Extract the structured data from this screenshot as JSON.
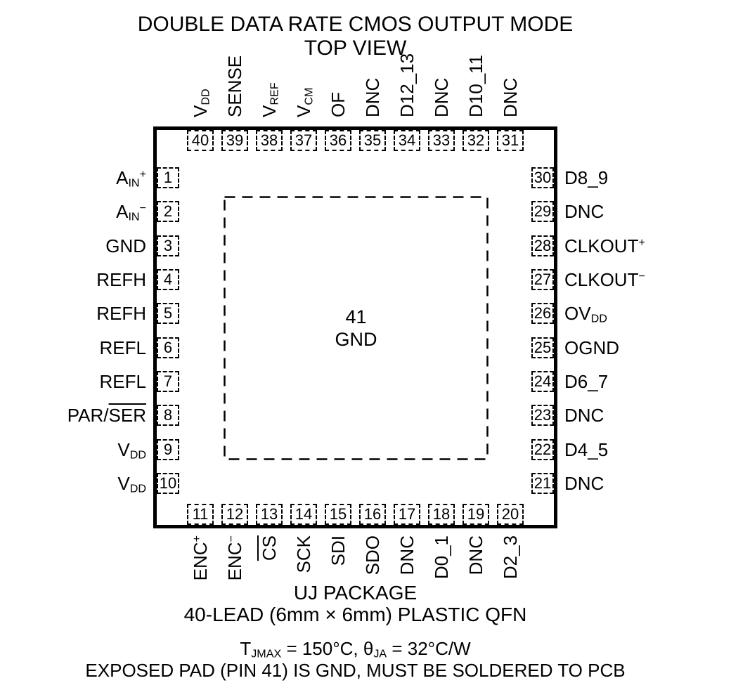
{
  "title": "DOUBLE DATA RATE CMOS OUTPUT MODE",
  "subtitle": "TOP VIEW",
  "package": {
    "center_pad": {
      "number": "41",
      "label": "GND"
    },
    "pins": {
      "top": [
        {
          "number": "40",
          "label": "V_{DD}"
        },
        {
          "number": "39",
          "label": "SENSE"
        },
        {
          "number": "38",
          "label": "V_{REF}"
        },
        {
          "number": "37",
          "label": "V_{CM}"
        },
        {
          "number": "36",
          "label": "OF"
        },
        {
          "number": "35",
          "label": "DNC"
        },
        {
          "number": "34",
          "label": "D12_13"
        },
        {
          "number": "33",
          "label": "DNC"
        },
        {
          "number": "32",
          "label": "D10_11"
        },
        {
          "number": "31",
          "label": "DNC"
        }
      ],
      "left": [
        {
          "number": "1",
          "label": "A_{IN}^{+}"
        },
        {
          "number": "2",
          "label": "A_{IN}^{−}"
        },
        {
          "number": "3",
          "label": "GND"
        },
        {
          "number": "4",
          "label": "REFH"
        },
        {
          "number": "5",
          "label": "REFH"
        },
        {
          "number": "6",
          "label": "REFL"
        },
        {
          "number": "7",
          "label": "REFL"
        },
        {
          "number": "8",
          "label": "PAR/~SER~"
        },
        {
          "number": "9",
          "label": "V_{DD}"
        },
        {
          "number": "10",
          "label": "V_{DD}"
        }
      ],
      "right": [
        {
          "number": "30",
          "label": "D8_9"
        },
        {
          "number": "29",
          "label": "DNC"
        },
        {
          "number": "28",
          "label": "CLKOUT^{+}"
        },
        {
          "number": "27",
          "label": "CLKOUT^{−}"
        },
        {
          "number": "26",
          "label": "OV_{DD}"
        },
        {
          "number": "25",
          "label": "OGND"
        },
        {
          "number": "24",
          "label": "D6_7"
        },
        {
          "number": "23",
          "label": "DNC"
        },
        {
          "number": "22",
          "label": "D4_5"
        },
        {
          "number": "21",
          "label": "DNC"
        }
      ],
      "bottom": [
        {
          "number": "11",
          "label": "ENC^{+}"
        },
        {
          "number": "12",
          "label": "ENC^{−}"
        },
        {
          "number": "13",
          "label": "~CS~"
        },
        {
          "number": "14",
          "label": "SCK"
        },
        {
          "number": "15",
          "label": "SDI"
        },
        {
          "number": "16",
          "label": "SDO"
        },
        {
          "number": "17",
          "label": "DNC"
        },
        {
          "number": "18",
          "label": "D0_1"
        },
        {
          "number": "19",
          "label": "DNC"
        },
        {
          "number": "20",
          "label": "D2_3"
        }
      ]
    }
  },
  "footer": {
    "package_name": "UJ PACKAGE",
    "package_desc": "40-LEAD (6mm × 6mm) PLASTIC QFN",
    "thermal_note": "T_{JMAX} = 150°C, θ_{JA} = 32°C/W",
    "exposed_pad_note": "EXPOSED PAD (PIN 41) IS GND, MUST BE SOLDERED TO PCB"
  },
  "colors": {
    "ink": "#000000",
    "background": "#ffffff"
  }
}
